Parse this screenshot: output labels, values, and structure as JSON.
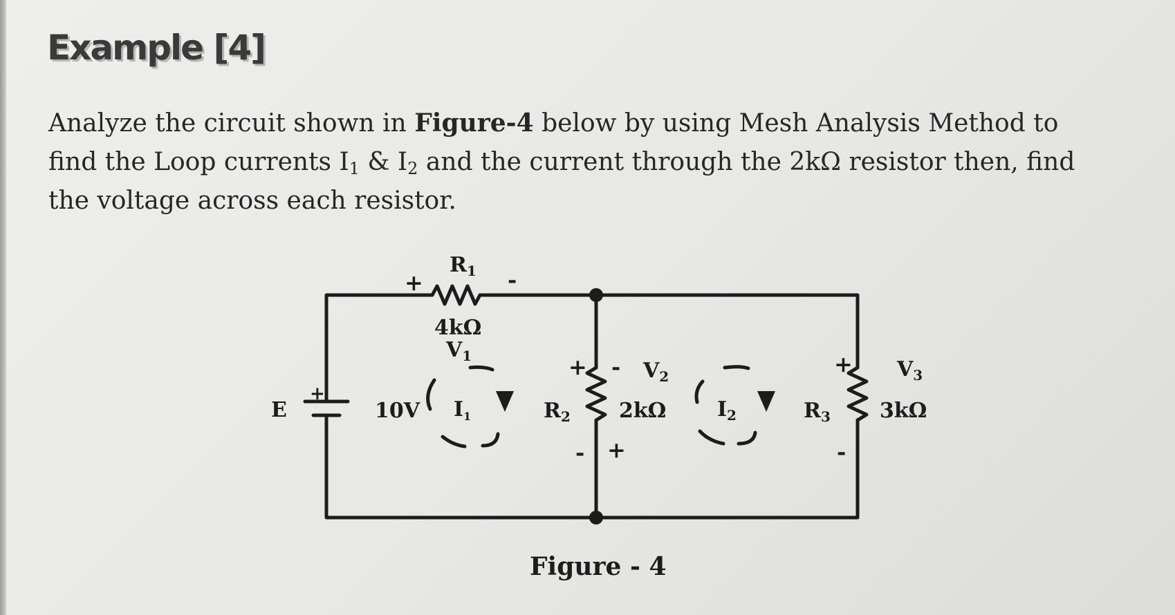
{
  "heading": "Example [4]",
  "problem": {
    "line1_pre": "Analyze the circuit shown in ",
    "line1_bold": "Figure-4",
    "line1_post": " below by using Mesh Analysis Method to",
    "line2_pre": "find the Loop currents I",
    "line2_sub1": "1",
    "line2_mid": " & I",
    "line2_sub2": "2",
    "line2_post": " and the current through the 2kΩ resistor then, find",
    "line3": "the voltage across each resistor."
  },
  "circuit": {
    "source_label": "E",
    "source_value": "10V",
    "r1_name": "R",
    "r1_sub": "1",
    "r1_value": "4kΩ",
    "v1_name": "V",
    "v1_sub": "1",
    "r2_name": "R",
    "r2_sub": "2",
    "r2_value": "2kΩ",
    "v2_name": "V",
    "v2_sub": "2",
    "r3_name": "R",
    "r3_sub": "3",
    "r3_value": "3kΩ",
    "v3_name": "V",
    "v3_sub": "3",
    "i1_name": "I",
    "i1_sub": "1",
    "i2_name": "I",
    "i2_sub": "2",
    "plus": "+",
    "minus": "-",
    "figure_caption": "Figure - 4"
  }
}
